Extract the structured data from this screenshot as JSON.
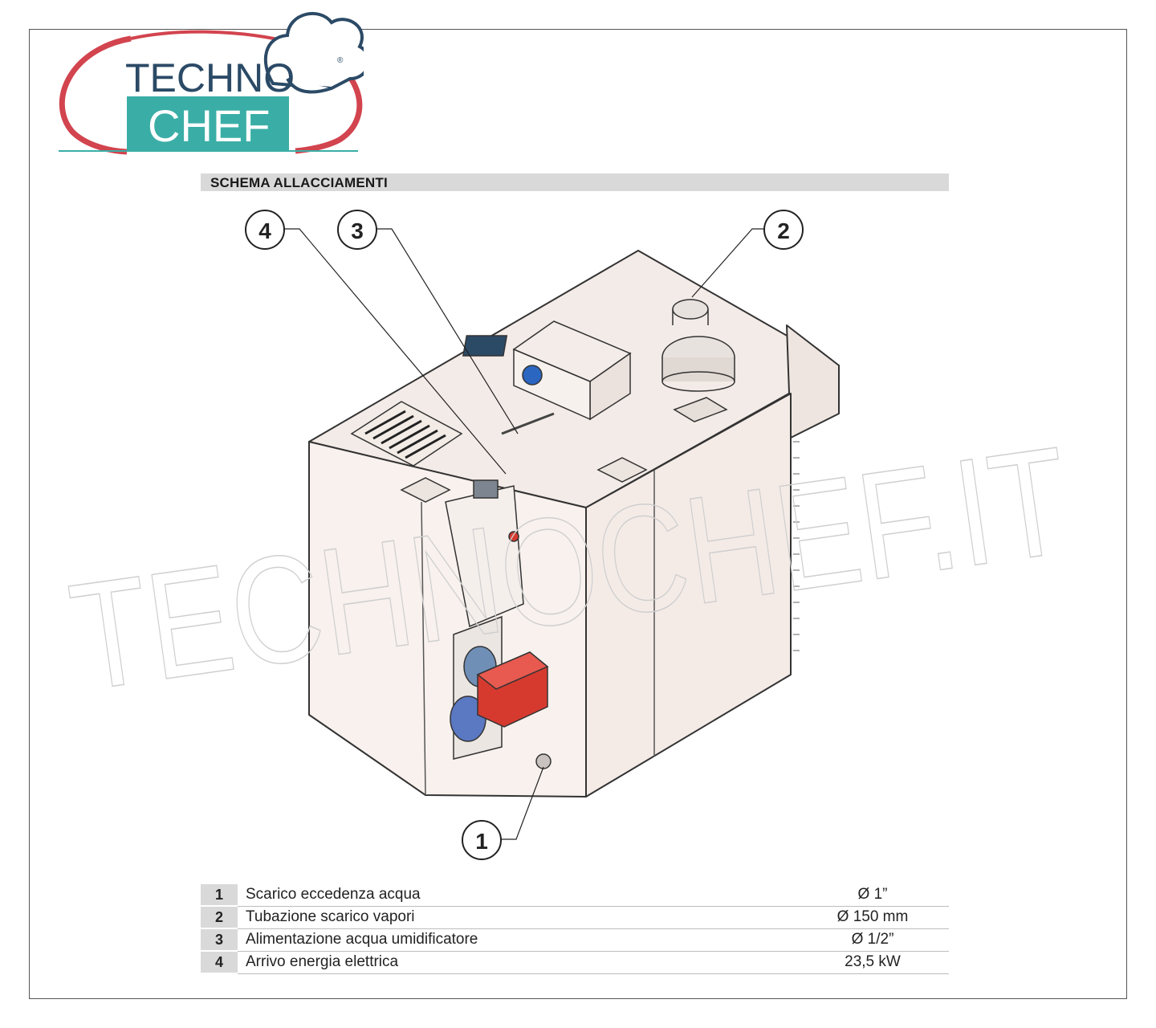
{
  "logo": {
    "line1": "TECHNO",
    "line2": "CHEF",
    "registered": "®"
  },
  "section_title": "SCHEMA ALLACCIAMENTI",
  "watermark": "TECHNOCHEF.IT",
  "callouts": [
    "1",
    "2",
    "3",
    "4"
  ],
  "legend": [
    {
      "num": "1",
      "desc": "Scarico eccedenza acqua",
      "val": "Ø 1”"
    },
    {
      "num": "2",
      "desc": "Tubazione scarico vapori",
      "val": "Ø 150 mm"
    },
    {
      "num": "3",
      "desc": "Alimentazione acqua umidificatore",
      "val": "Ø 1/2”"
    },
    {
      "num": "4",
      "desc": "Arrivo energia elettrica",
      "val": "23,5 kW"
    }
  ],
  "colors": {
    "teal": "#3aaea6",
    "logo_red": "#d2444e",
    "navy": "#2b4a66",
    "burner_red": "#d63a2f",
    "cabinet": "#f6eeea"
  }
}
